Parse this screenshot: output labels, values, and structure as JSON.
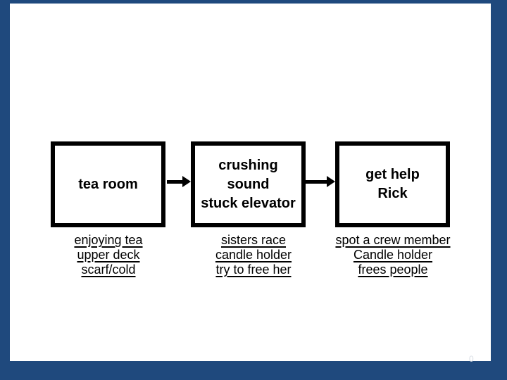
{
  "frame": {
    "background_color": "#1F497D"
  },
  "slide": {
    "background_color": "#FFFFFF",
    "page_number": "0"
  },
  "flow": {
    "box_border_color": "#000000",
    "connector_color": "#000000",
    "text_color": "#000000",
    "boxes": [
      {
        "id": "tea-room",
        "lines": [
          "tea room"
        ],
        "notes": [
          "enjoying tea",
          "upper deck",
          "scarf/cold"
        ]
      },
      {
        "id": "crushing-sound-stuck-elevator",
        "lines": [
          "crushing",
          "sound",
          "stuck elevator"
        ],
        "notes": [
          "sisters race",
          "candle holder",
          "try to free her"
        ]
      },
      {
        "id": "get-help-rick",
        "lines": [
          "get help",
          "Rick"
        ],
        "notes": [
          "spot a crew member",
          "Candle holder",
          "frees people"
        ]
      }
    ]
  }
}
